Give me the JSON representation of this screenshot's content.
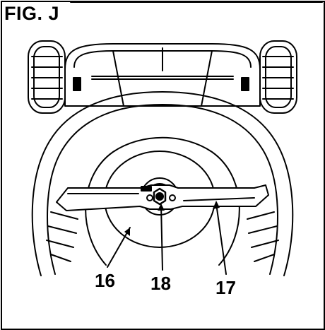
{
  "figure": {
    "label": "FIG. J"
  },
  "callouts": [
    {
      "id": "16",
      "text": "16"
    },
    {
      "id": "18",
      "text": "18"
    },
    {
      "id": "17",
      "text": "17"
    }
  ],
  "colors": {
    "line": "#000000",
    "background": "#ffffff"
  }
}
